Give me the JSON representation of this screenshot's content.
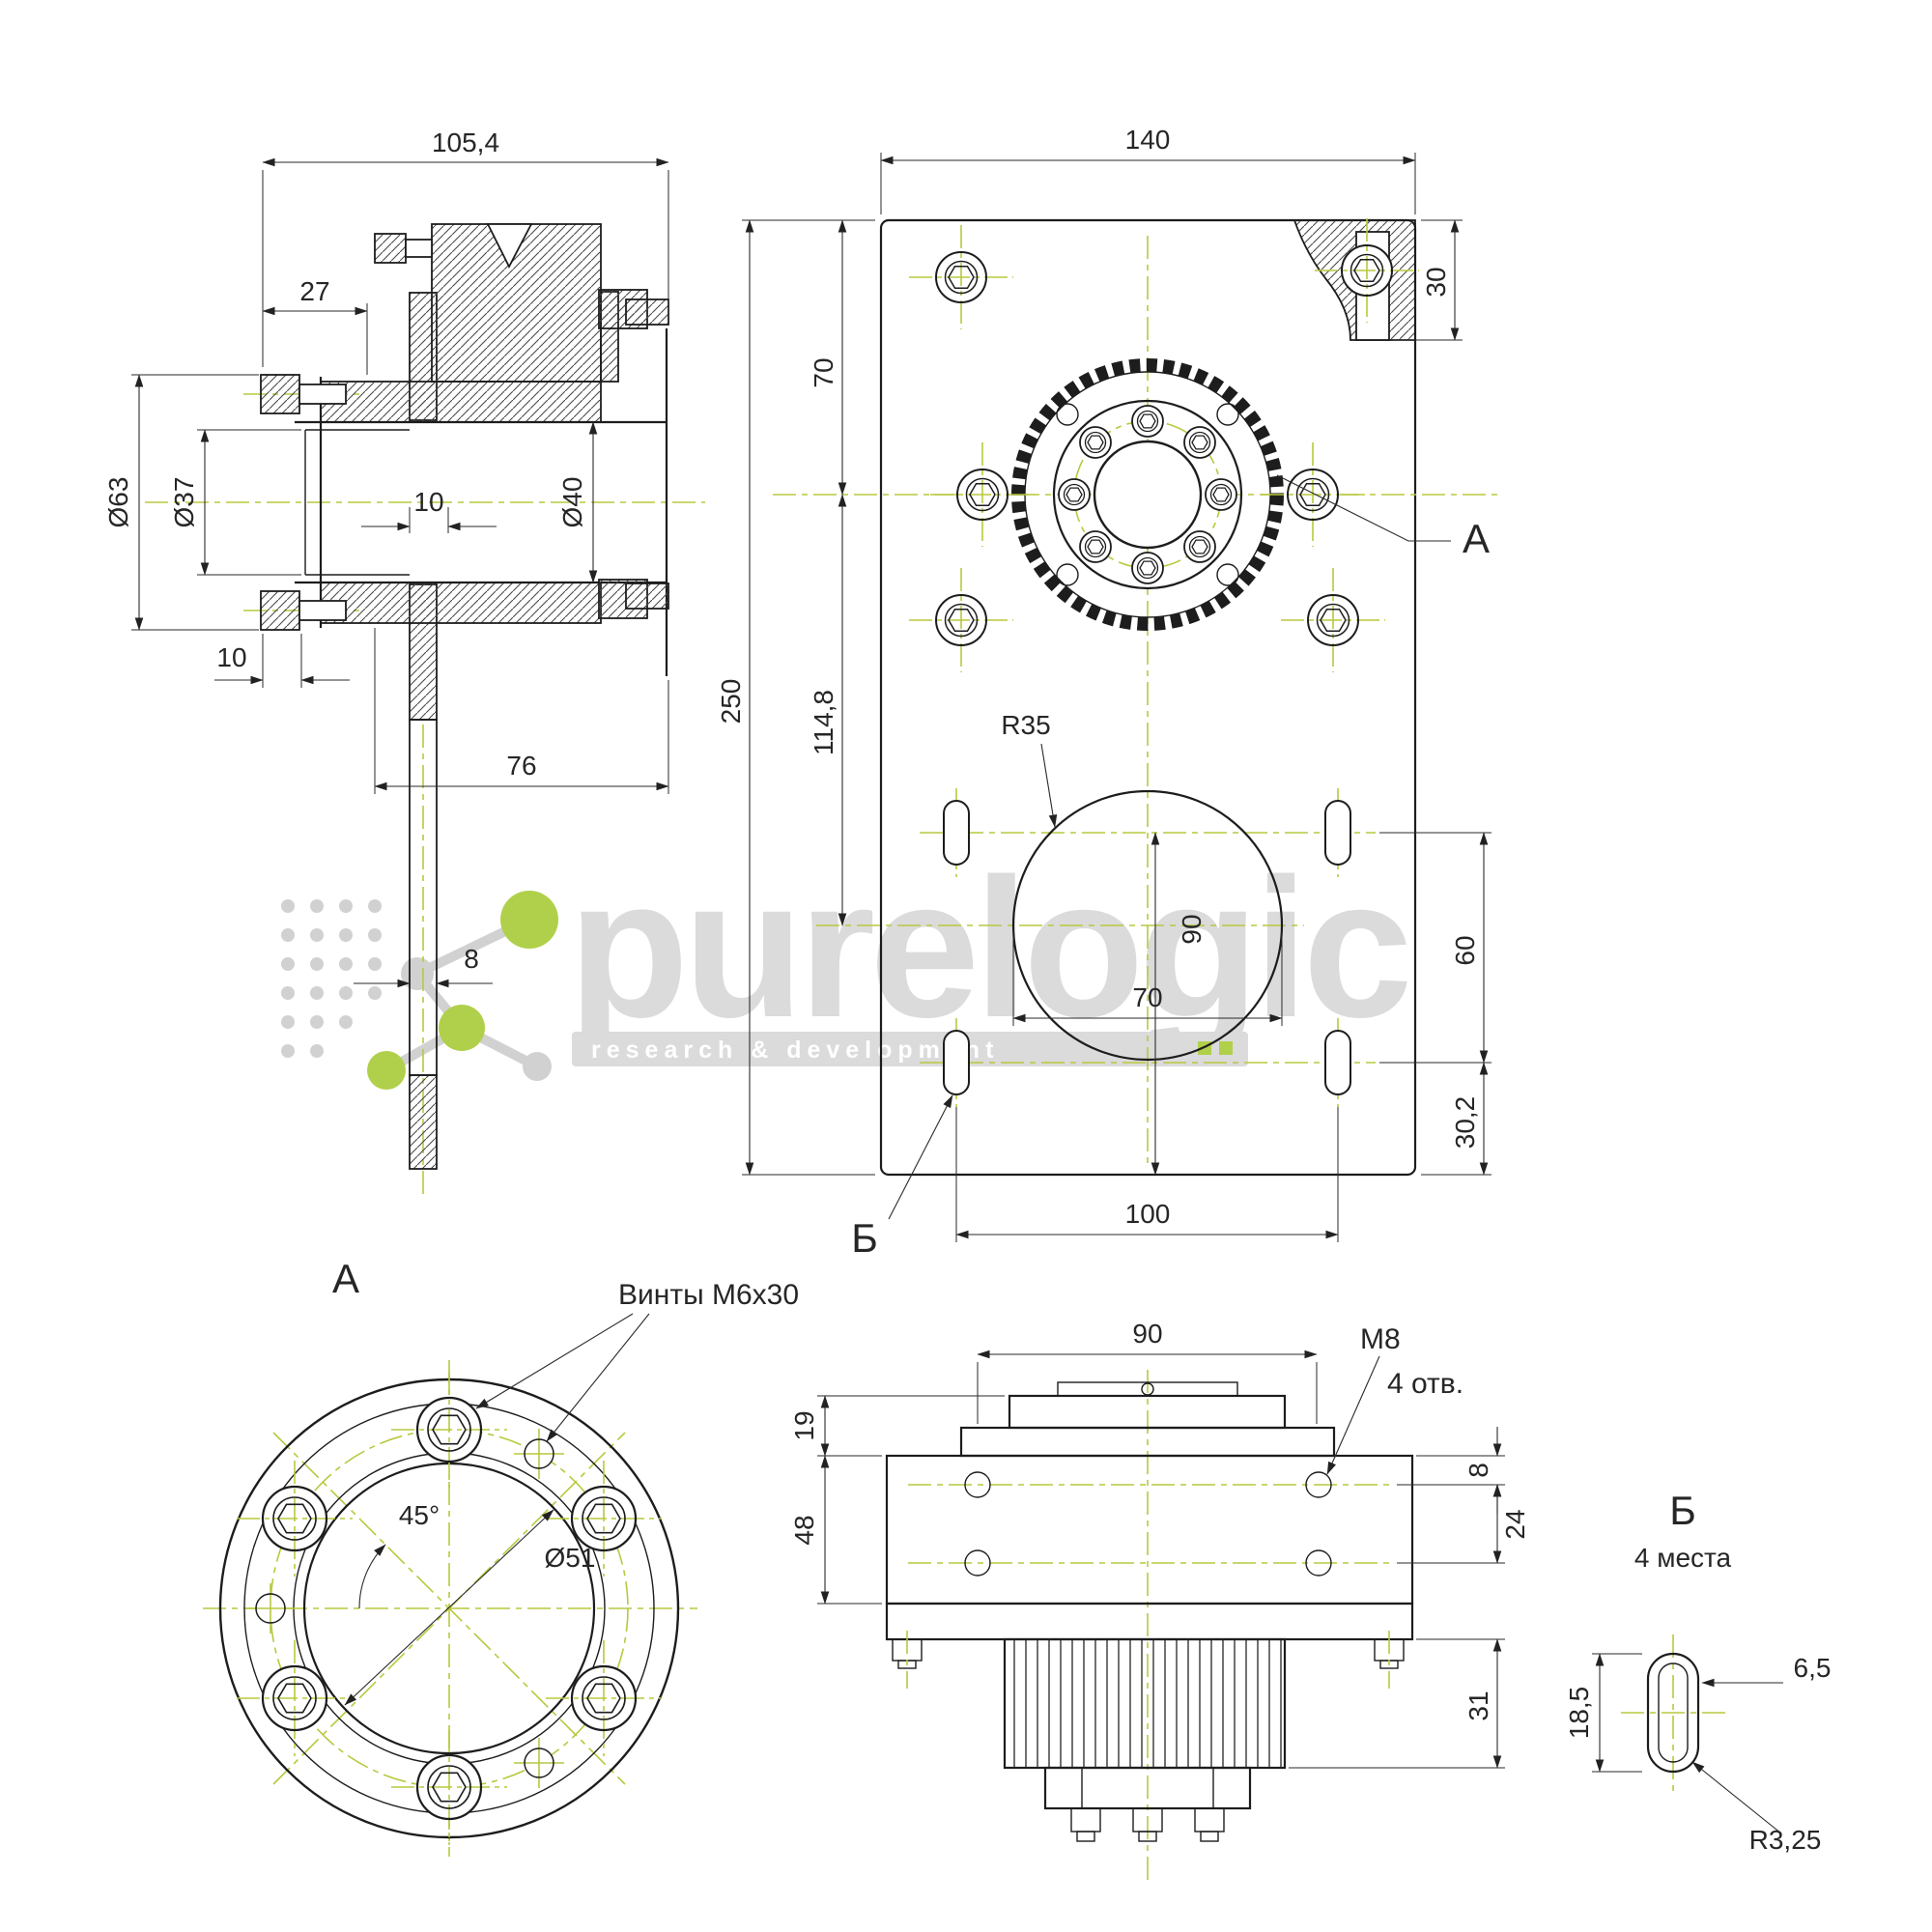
{
  "watermark": {
    "brand": "purelogic",
    "tagline": "research & development"
  },
  "views": {
    "section": {
      "dims": {
        "w105_4": "105,4",
        "w27": "27",
        "d63": "Ø63",
        "d37": "Ø37",
        "w10_top": "10",
        "d40": "Ø40",
        "w10_bottom": "10",
        "w76": "76",
        "t8": "8"
      }
    },
    "plate": {
      "dims": {
        "w140": "140",
        "h30": "30",
        "h70": "70",
        "h250": "250",
        "h114_8": "114,8",
        "r35": "R35",
        "v90": "90",
        "w70": "70",
        "v60": "60",
        "v30_2": "30,2",
        "w100": "100"
      },
      "markers": {
        "a": "А",
        "b": "Б"
      }
    },
    "flange": {
      "title": "А",
      "screws_note": "Винты М6х30",
      "angle45": "45°",
      "d51": "Ø51"
    },
    "assembly": {
      "dims": {
        "w90": "90",
        "h19": "19",
        "h48": "48",
        "h8": "8",
        "h24": "24",
        "h31": "31"
      },
      "thread": "М8",
      "holes": "4 отв."
    },
    "slot": {
      "title": "Б",
      "places": "4 места",
      "w6_5": "6,5",
      "h18_5": "18,5",
      "r3_25": "R3,25"
    }
  }
}
